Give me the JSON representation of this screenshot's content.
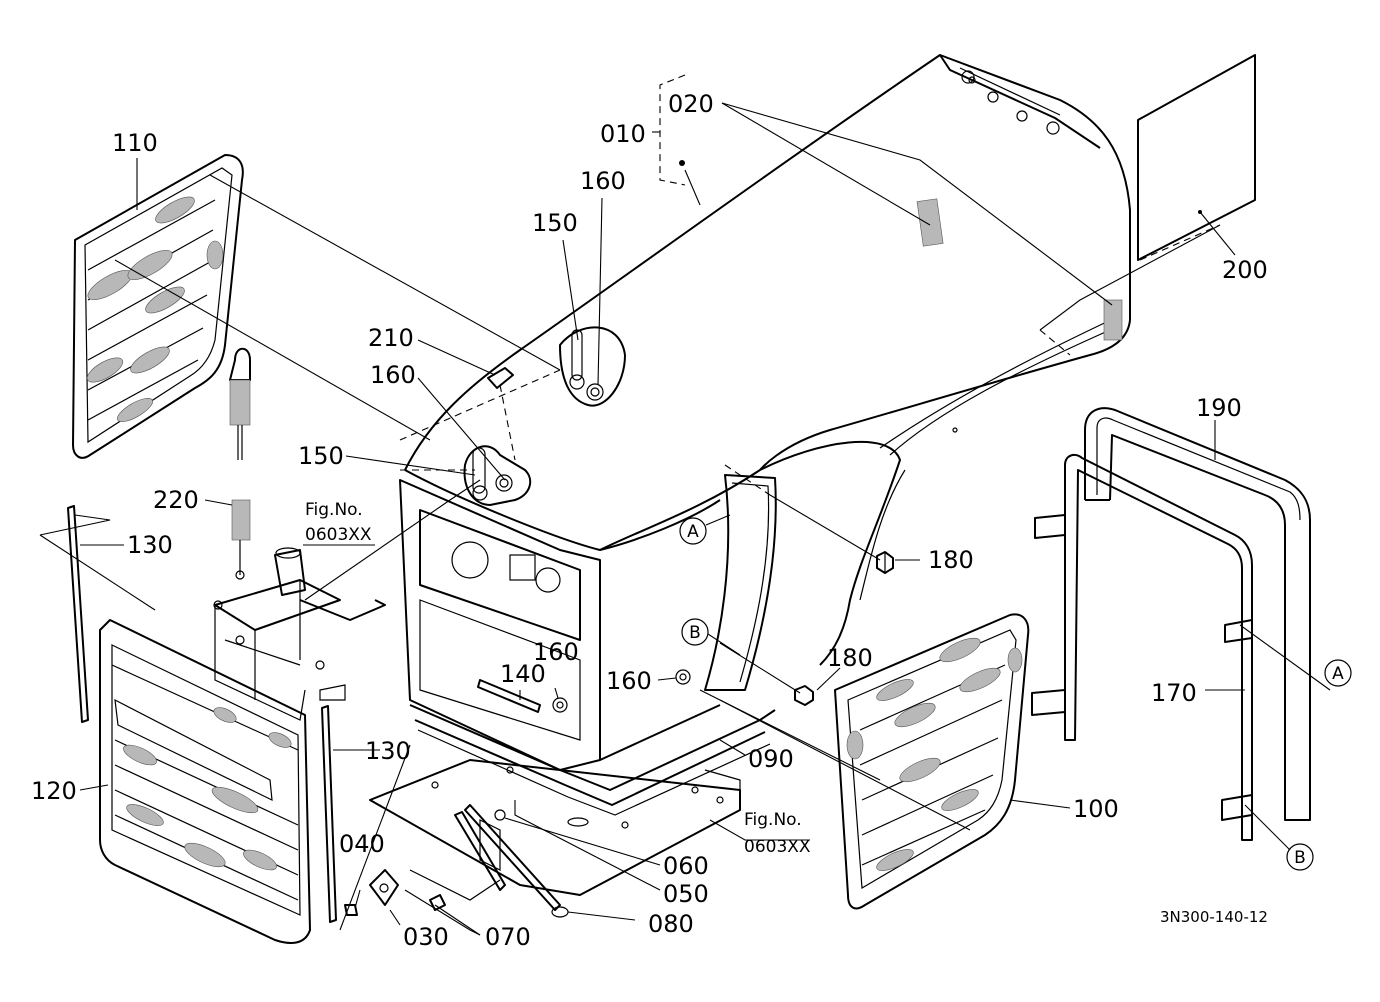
{
  "drawing_code": "3N300-140-12",
  "labels": {
    "p010": "010",
    "p020": "020",
    "p030": "030",
    "p040": "040",
    "p050": "050",
    "p060": "060",
    "p070": "070",
    "p080": "080",
    "p090": "090",
    "p100": "100",
    "p110": "110",
    "p120": "120",
    "p130a": "130",
    "p130b": "130",
    "p140": "140",
    "p150a": "150",
    "p150b": "150",
    "p160a": "160",
    "p160b": "160",
    "p160c": "160",
    "p160d": "160",
    "p170": "170",
    "p180a": "180",
    "p180b": "180",
    "p190": "190",
    "p200": "200",
    "p210": "210",
    "p220": "220"
  },
  "fig_refs": {
    "ref1_line1": "Fig.No.",
    "ref1_line2": "0603XX",
    "ref2_line1": "Fig.No.",
    "ref2_line2": "0603XX"
  },
  "markers": {
    "a1": "A",
    "a2": "A",
    "b1": "B",
    "b2": "B"
  }
}
